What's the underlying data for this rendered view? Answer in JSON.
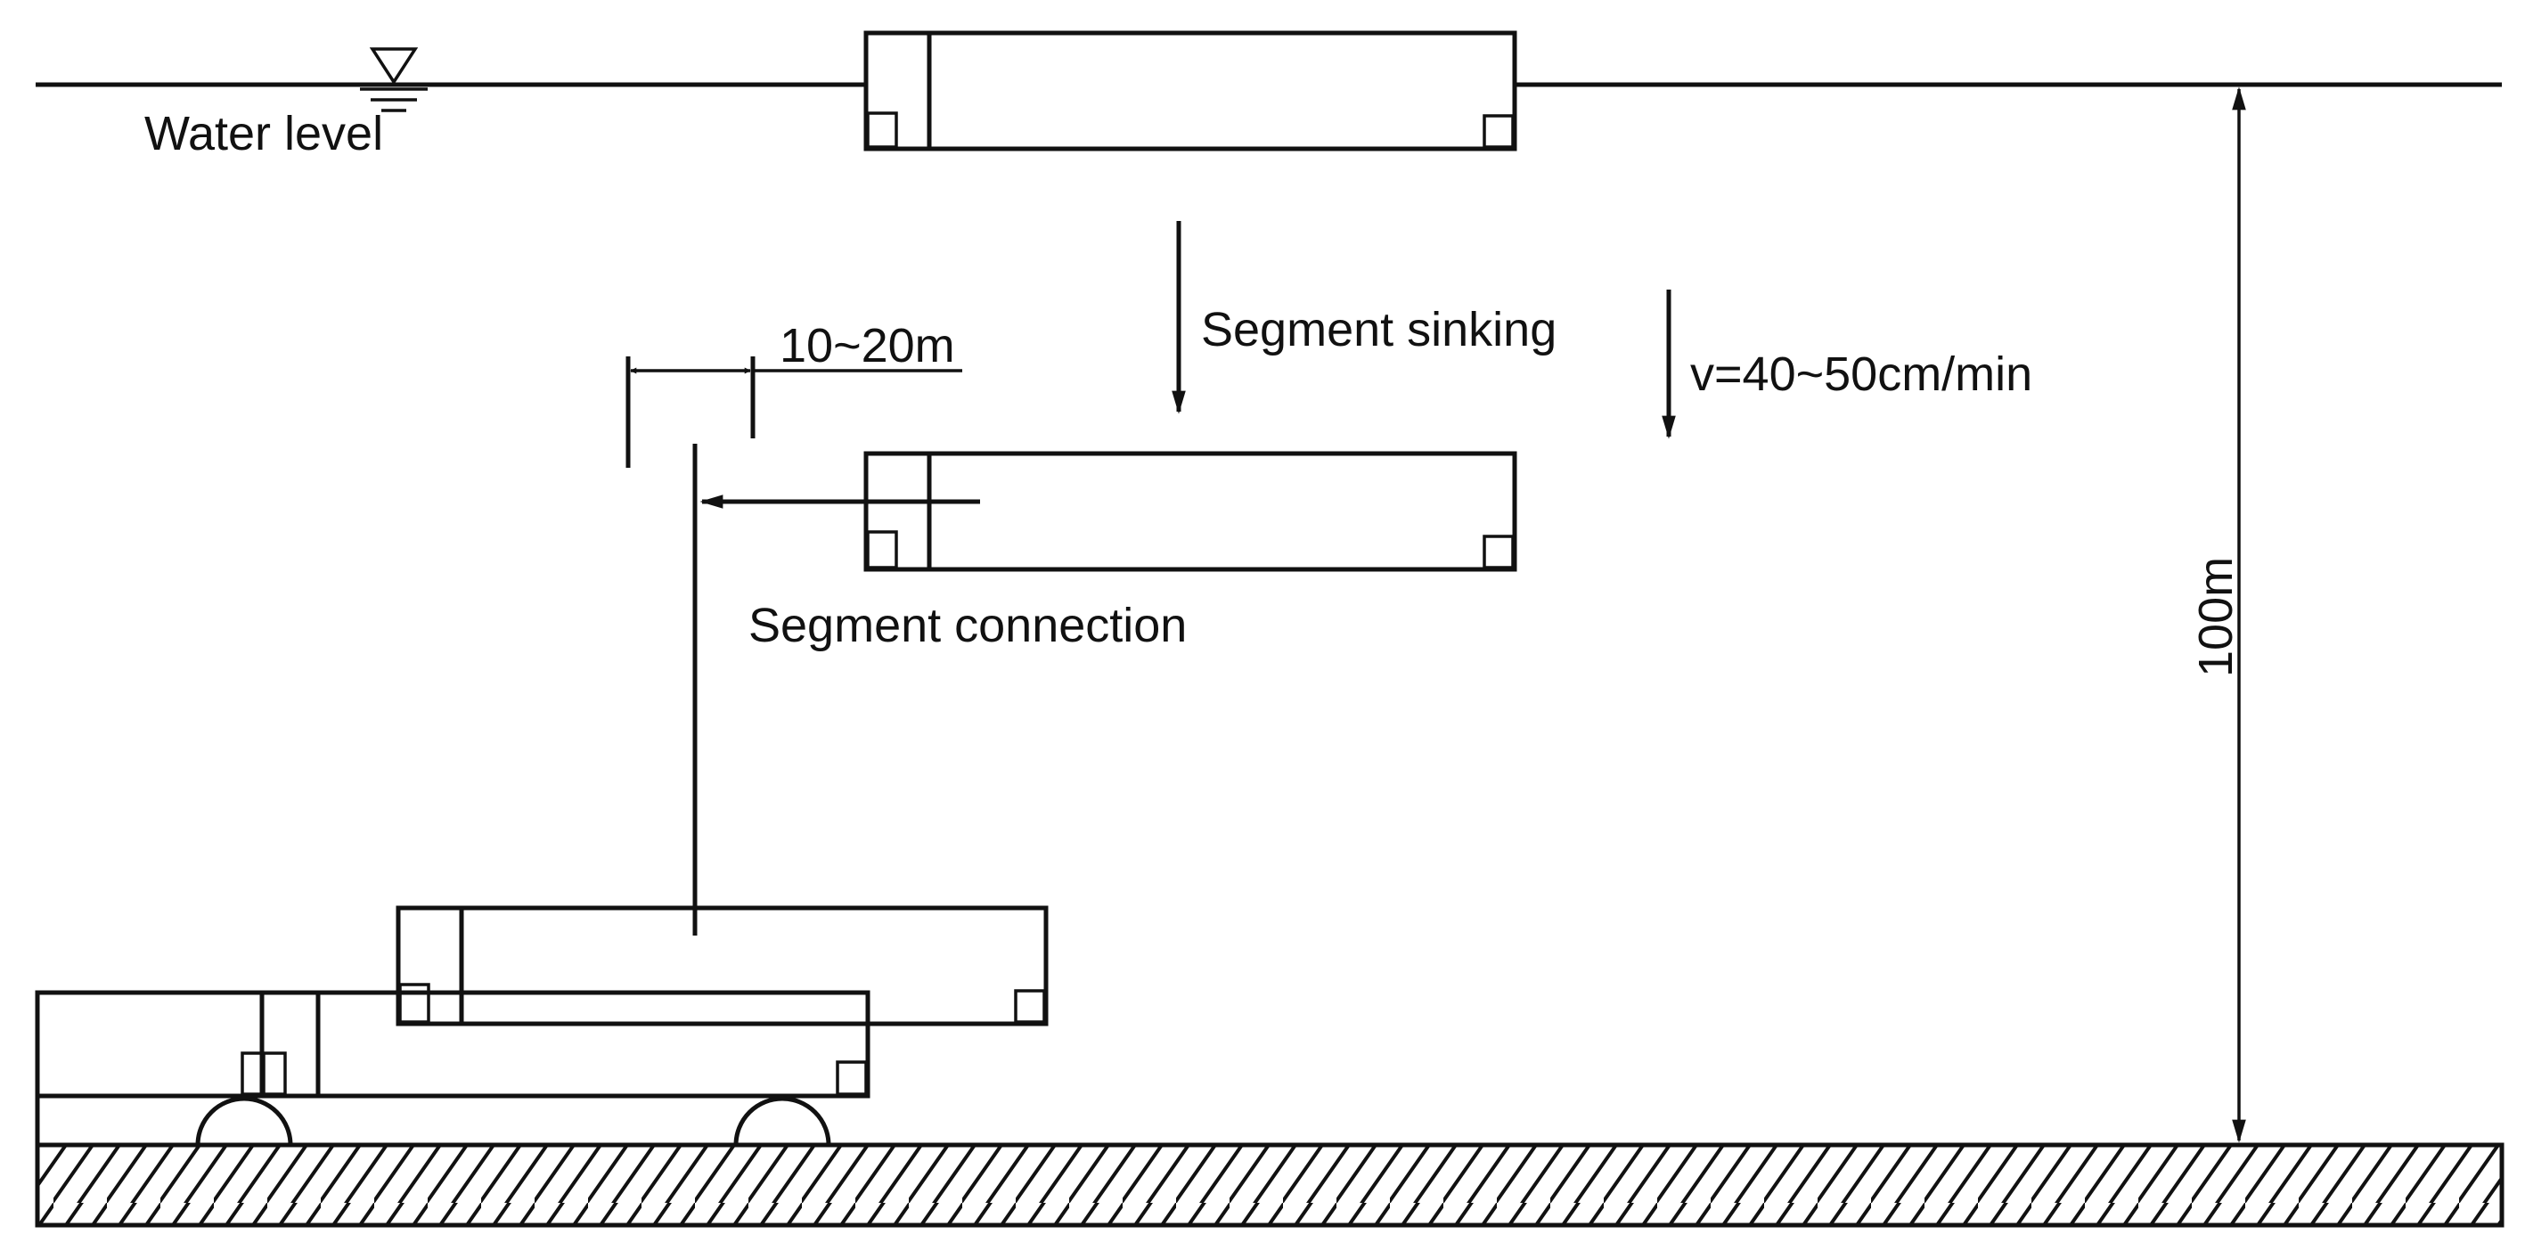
{
  "labels": {
    "water_level": "Water level",
    "segment_sinking": "Segment sinking",
    "speed": "v=40~50cm/min",
    "gap": "10~20m",
    "segment_connection": "Segment connection",
    "depth": "100m"
  }
}
